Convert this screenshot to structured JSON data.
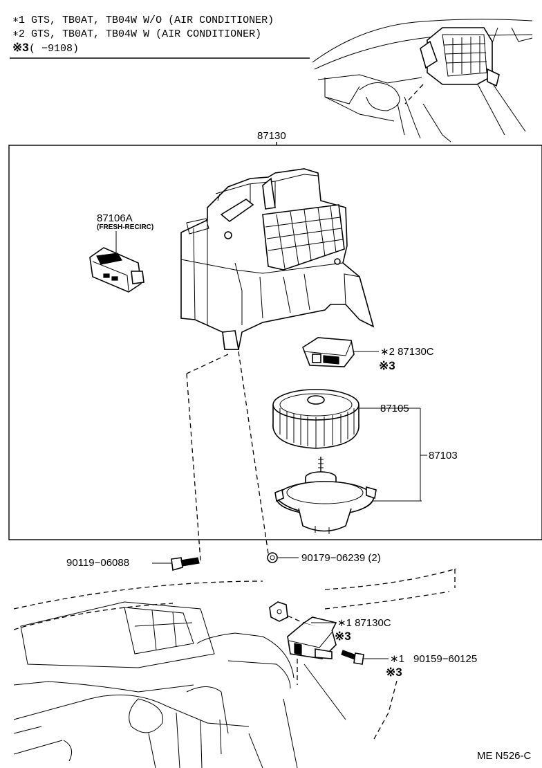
{
  "header": {
    "note1": "∗1 GTS, TB0AT, TB04W W/O (AIR CONDITIONER)",
    "note2": "∗2 GTS, TB0AT, TB04W W (AIR CONDITIONER)",
    "note3_mark": "※3",
    "note3_range": "(     −9108)"
  },
  "assembly_label": "87130",
  "callouts": {
    "p87106A": "87106A",
    "p87106A_desc": "(FRESH-RECIRC)",
    "p87130C_top": "∗2  87130C",
    "p87130C_top_note": "※3",
    "p87105": "87105",
    "p87103": "87103",
    "p90119": "90119−06088",
    "p90179": "90179−06239 (2)",
    "p87130C_bottom": "∗1  87130C",
    "p87130C_bottom_note": "※3",
    "p90159_mark": "∗1",
    "p90159": "90159−60125",
    "p90159_note": "※3"
  },
  "footer": {
    "code": "ME  N526-C"
  }
}
